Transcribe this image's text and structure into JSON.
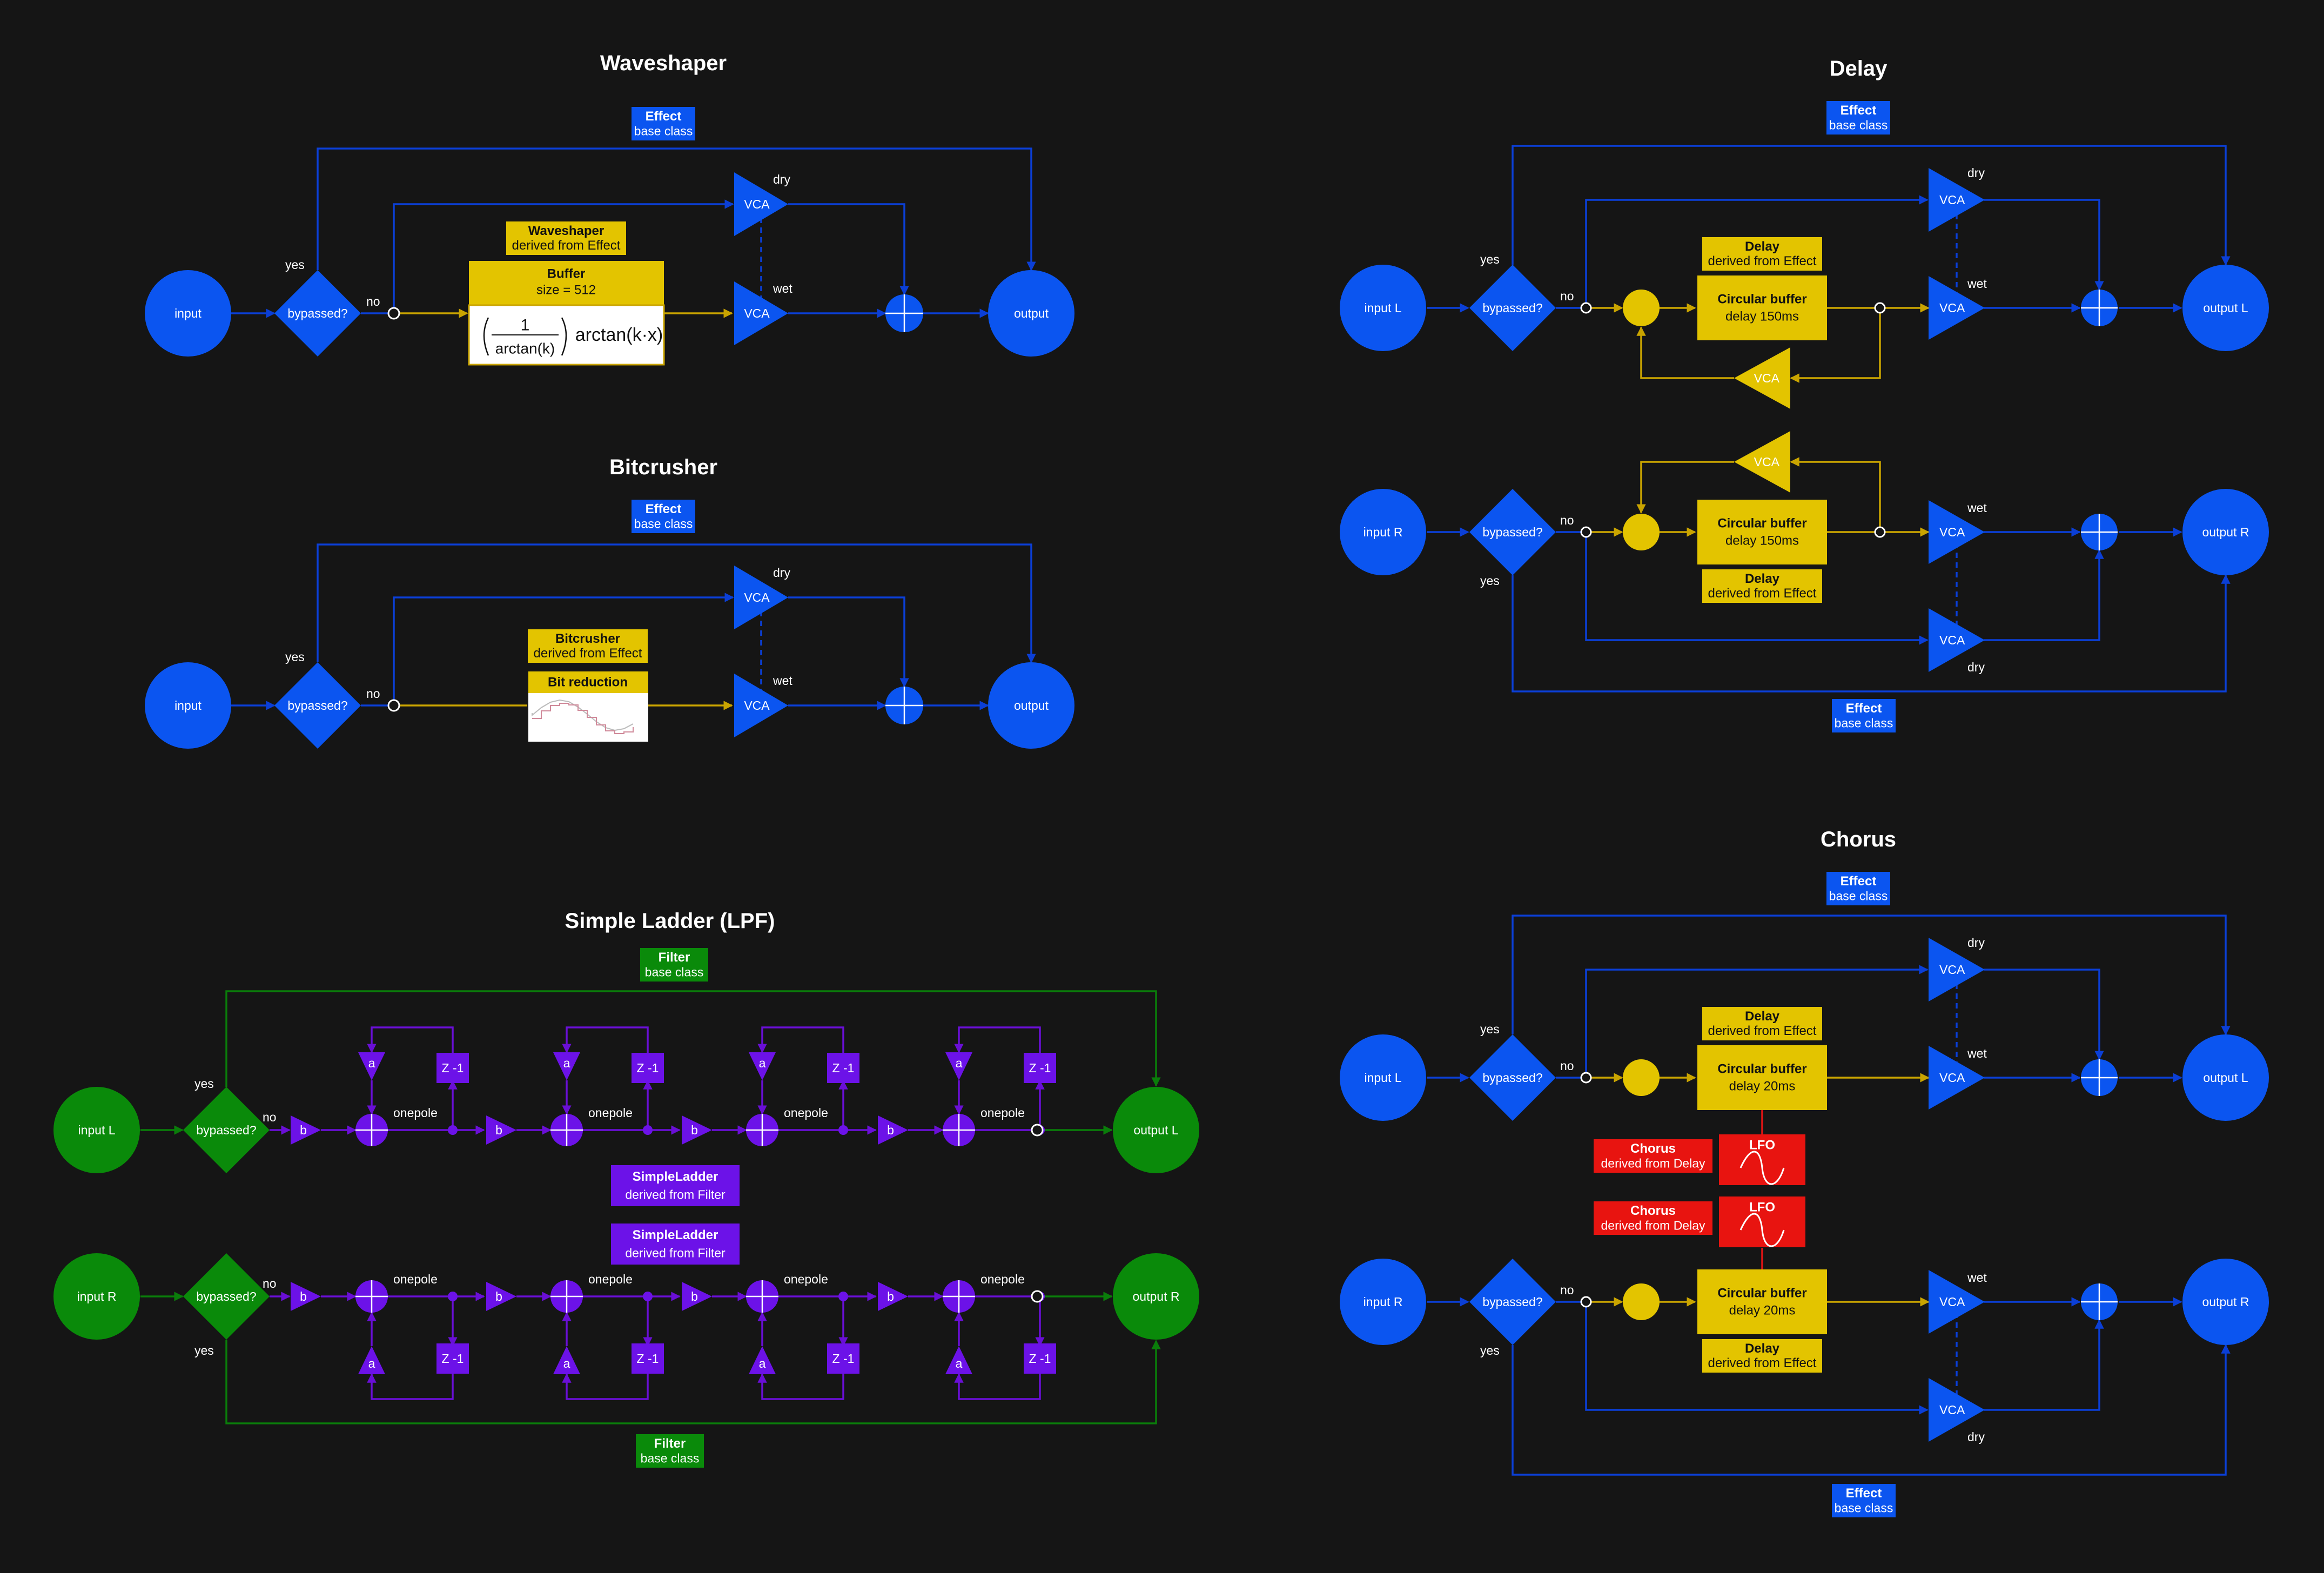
{
  "colors": {
    "background": "#151515",
    "effect_blue": "#0b55f0",
    "buffer_yellow": "#e3c400",
    "filter_green": "#0a8a0a",
    "ladder_purple": "#6c12e8",
    "lfo_red": "#e81410"
  },
  "waveshaper": {
    "title": "Waveshaper",
    "badge": {
      "line1": "Effect",
      "line2": "base class"
    },
    "input": "input",
    "output": "output",
    "bypassed": "bypassed?",
    "yes": "yes",
    "no": "no",
    "dry": "dry",
    "wet": "wet",
    "vca": "VCA",
    "derived": {
      "line1": "Waveshaper",
      "line2": "derived from Effect"
    },
    "buffer": {
      "line1": "Buffer",
      "line2": "size = 512"
    },
    "formula": {
      "numerator": "1",
      "denominator": "arctan(k)",
      "rhs": "arctan(k·x)"
    }
  },
  "bitcrusher": {
    "title": "Bitcrusher",
    "badge": {
      "line1": "Effect",
      "line2": "base class"
    },
    "input": "input",
    "output": "output",
    "bypassed": "bypassed?",
    "yes": "yes",
    "no": "no",
    "dry": "dry",
    "wet": "wet",
    "vca": "VCA",
    "derived": {
      "line1": "Bitcrusher",
      "line2": "derived from Effect"
    },
    "module": "Bit reduction"
  },
  "ladder": {
    "title": "Simple Ladder (LPF)",
    "badge_top": {
      "line1": "Filter",
      "line2": "base class"
    },
    "badge_bottom": {
      "line1": "Filter",
      "line2": "base class"
    },
    "input_l": "input L",
    "input_r": "input R",
    "output_l": "output L",
    "output_r": "output R",
    "bypassed": "bypassed?",
    "yes": "yes",
    "no": "no",
    "gain_b": "b",
    "gain_a": "a",
    "delay": "Z -1",
    "stage": "onepole",
    "derived": {
      "line1": "SimpleLadder",
      "line2": "derived from Filter"
    }
  },
  "delay": {
    "title": "Delay",
    "badge_top": {
      "line1": "Effect",
      "line2": "base class"
    },
    "badge_bottom": {
      "line1": "Effect",
      "line2": "base class"
    },
    "input_l": "input L",
    "input_r": "input R",
    "output_l": "output L",
    "output_r": "output R",
    "bypassed": "bypassed?",
    "yes": "yes",
    "no": "no",
    "dry": "dry",
    "wet": "wet",
    "vca": "VCA",
    "derived": {
      "line1": "Delay",
      "line2": "derived from Effect"
    },
    "buffer": {
      "line1": "Circular buffer",
      "line2": "delay 150ms"
    }
  },
  "chorus": {
    "title": "Chorus",
    "badge_top": {
      "line1": "Effect",
      "line2": "base class"
    },
    "badge_bottom": {
      "line1": "Effect",
      "line2": "base class"
    },
    "input_l": "input L",
    "input_r": "input R",
    "output_l": "output L",
    "output_r": "output R",
    "bypassed": "bypassed?",
    "yes": "yes",
    "no": "no",
    "dry": "dry",
    "wet": "wet",
    "vca": "VCA",
    "derived": {
      "line1": "Delay",
      "line2": "derived from Effect"
    },
    "buffer": {
      "line1": "Circular buffer",
      "line2": "delay 20ms"
    },
    "lfo": "LFO",
    "chorus_label": {
      "line1": "Chorus",
      "line2": "derived from Delay"
    }
  }
}
